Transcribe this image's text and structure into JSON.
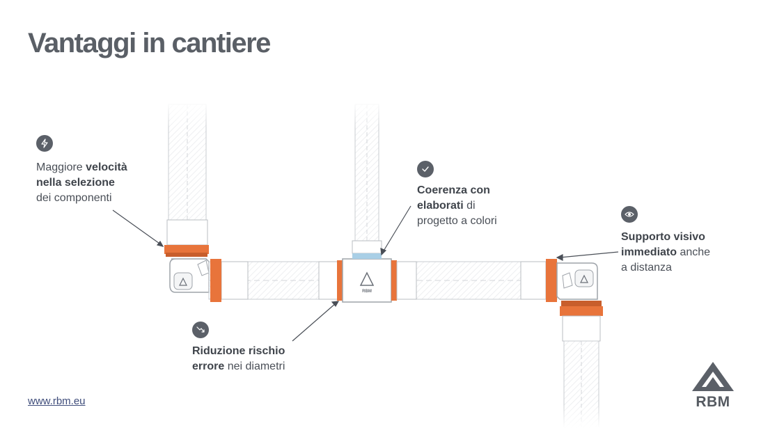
{
  "page": {
    "title": "Vantaggi in cantiere",
    "url": "www.rbm.eu",
    "brand": "RBM"
  },
  "callouts": [
    {
      "icon": "lightning-icon",
      "parts": [
        {
          "text": "Maggiore ",
          "bold": false
        },
        {
          "text": "velocità",
          "bold": true
        },
        {
          "text": "\n",
          "bold": false
        },
        {
          "text": "nella selezione",
          "bold": true
        },
        {
          "text": "\ndei componenti",
          "bold": false
        }
      ]
    },
    {
      "icon": "check-icon",
      "parts": [
        {
          "text": "Coerenza con",
          "bold": true
        },
        {
          "text": "\n",
          "bold": false
        },
        {
          "text": "elaborati",
          "bold": true
        },
        {
          "text": " di\nprogetto a colori",
          "bold": false
        }
      ]
    },
    {
      "icon": "eye-icon",
      "parts": [
        {
          "text": "Supporto visivo",
          "bold": true
        },
        {
          "text": "\n",
          "bold": false
        },
        {
          "text": "immediato",
          "bold": true
        },
        {
          "text": " anche\na distanza",
          "bold": false
        }
      ]
    },
    {
      "icon": "trend-down-icon",
      "parts": [
        {
          "text": "Riduzione rischio",
          "bold": true
        },
        {
          "text": "\n",
          "bold": false
        },
        {
          "text": "errore",
          "bold": true
        },
        {
          "text": " nei diametri",
          "bold": false
        }
      ]
    }
  ],
  "colors": {
    "orange_ring": "#e8743b",
    "blue_ring": "#a9cfe6",
    "badge": "#5b6068",
    "pipe_outline": "#b9bdc2",
    "text": "#4a4f57",
    "link": "#3e4c7a"
  }
}
